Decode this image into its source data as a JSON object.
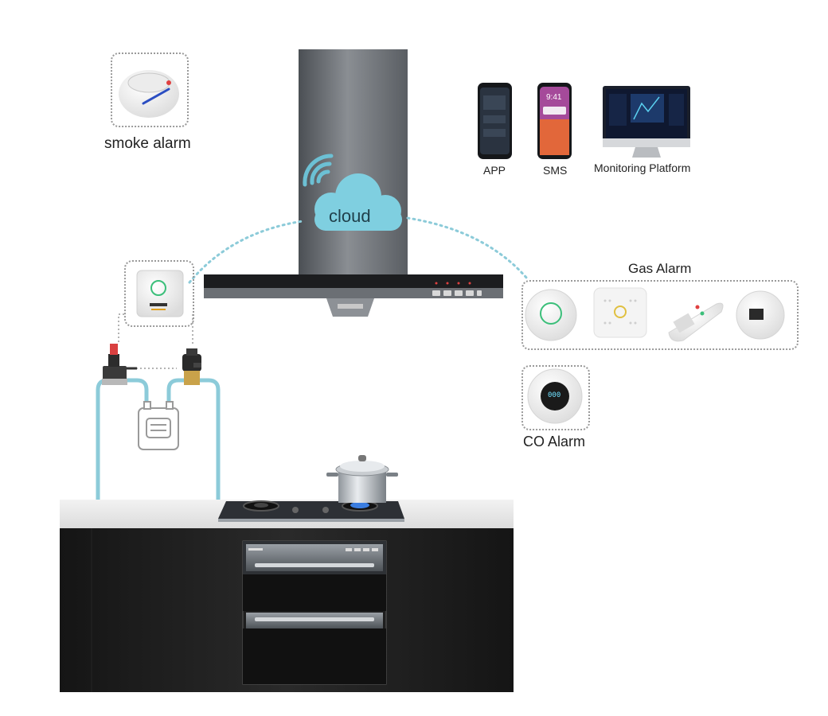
{
  "labels": {
    "smoke_alarm": "smoke alarm",
    "cloud": "cloud",
    "app": "APP",
    "sms": "SMS",
    "monitoring_platform": "Monitoring Platform",
    "gas_alarm": "Gas Alarm",
    "co_alarm": "CO Alarm"
  },
  "device_texts": {
    "phone_time": "9:41",
    "co_display": "000"
  },
  "colors": {
    "pipe": "#8ccbd9",
    "cloud": "#7fcfe0",
    "dotted_link": "#8ccbd9",
    "wifi": "#6cc0d4",
    "counter_dark": "#1a1a1a",
    "hood_steel": "#6a6e73"
  }
}
